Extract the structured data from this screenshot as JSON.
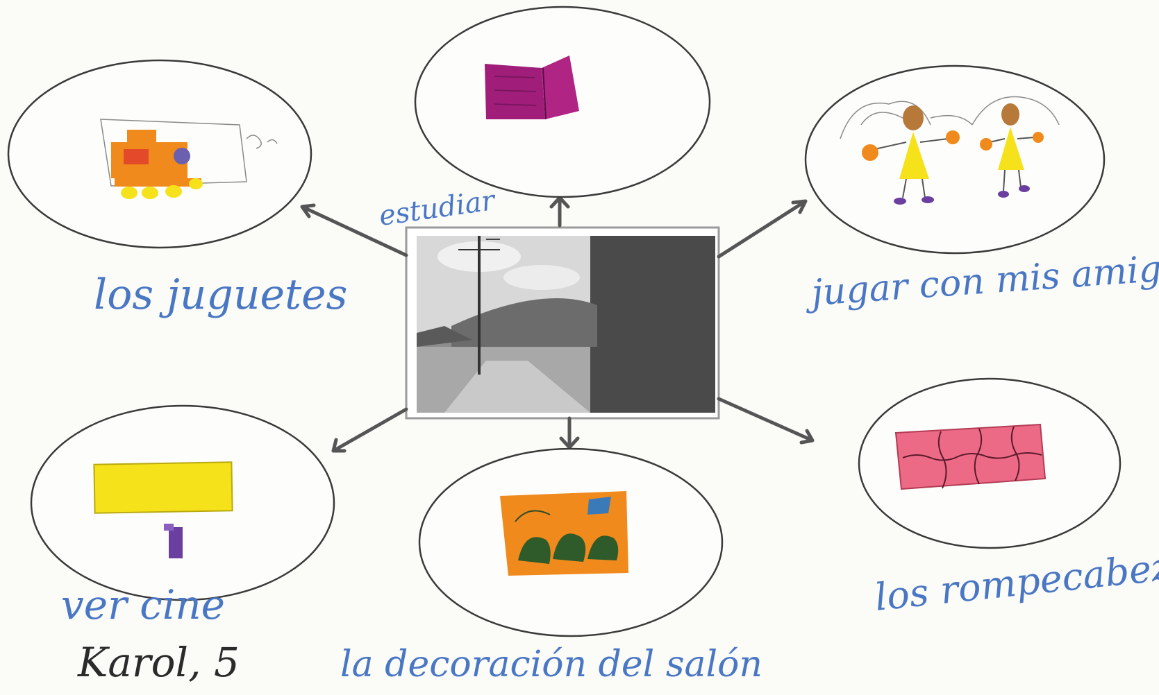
{
  "labels": {
    "center_top": "estudiar",
    "left_top": "los juguetes",
    "right_top": "jugar con mis amigas",
    "left_bottom": "ver cine",
    "center_bottom": "la decoración del salón",
    "right_bottom": "los rompecabezas"
  },
  "signature": "Karol, 5",
  "colors": {
    "ink_blue": "#4a77c4",
    "orange": "#f08a1c",
    "magenta": "#a01e7a",
    "yellow": "#f6e21a",
    "pink": "#ec6a86",
    "purple": "#6b3fa0"
  }
}
